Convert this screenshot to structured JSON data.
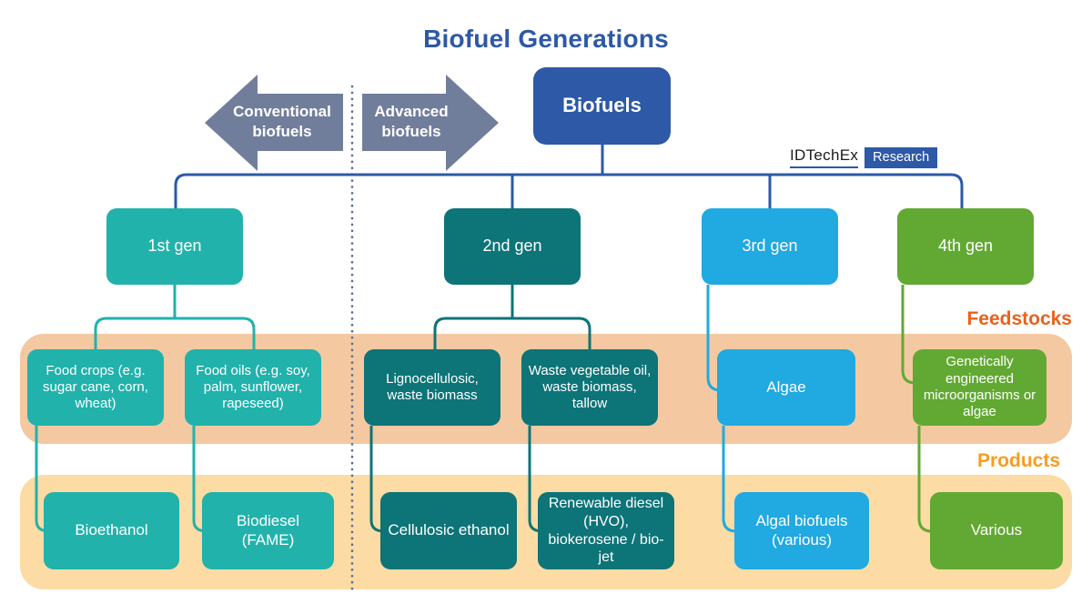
{
  "title": "Biofuel Generations",
  "brand": {
    "name": "IDTechEx",
    "badge": "Research"
  },
  "arrows": {
    "left_label": "Conventional biofuels",
    "right_label": "Advanced biofuels"
  },
  "root": {
    "label": "Biofuels",
    "color": "#2d59a6"
  },
  "band_labels": {
    "feedstocks": "Feedstocks",
    "products": "Products"
  },
  "generations": [
    {
      "label": "1st gen",
      "color": "#21b2ab",
      "feedstocks": [
        {
          "label": "Food crops (e.g. sugar cane, corn, wheat)"
        },
        {
          "label": "Food oils (e.g. soy, palm, sunflower, rapeseed)"
        }
      ],
      "products": [
        {
          "label": "Bioethanol"
        },
        {
          "label": "Biodiesel (FAME)"
        }
      ]
    },
    {
      "label": "2nd gen",
      "color": "#0d7478",
      "feedstocks": [
        {
          "label": "Lignocellulosic, waste biomass"
        },
        {
          "label": "Waste vegetable oil, waste biomass, tallow"
        }
      ],
      "products": [
        {
          "label": "Cellulosic ethanol"
        },
        {
          "label": "Renewable diesel (HVO), biokerosene / bio-jet"
        }
      ]
    },
    {
      "label": "3rd gen",
      "color": "#21a9e1",
      "feedstocks": [
        {
          "label": "Algae"
        }
      ],
      "products": [
        {
          "label": "Algal biofuels (various)"
        }
      ]
    },
    {
      "label": "4th gen",
      "color": "#62a933",
      "feedstocks": [
        {
          "label": "Genetically engineered microorganisms or algae"
        }
      ],
      "products": [
        {
          "label": "Various"
        }
      ]
    }
  ],
  "colors": {
    "title": "#2d59a6",
    "connector_blue": "#2d59a6",
    "arrow_gray": "#717e9b",
    "dotted_line": "#5f6d8d",
    "feedstocks_band": "#f4c9a1",
    "products_band": "#fcdba4",
    "feedstocks_label": "#e8621c",
    "products_label": "#f79c1e",
    "brand_badge_bg": "#2d59a6"
  }
}
